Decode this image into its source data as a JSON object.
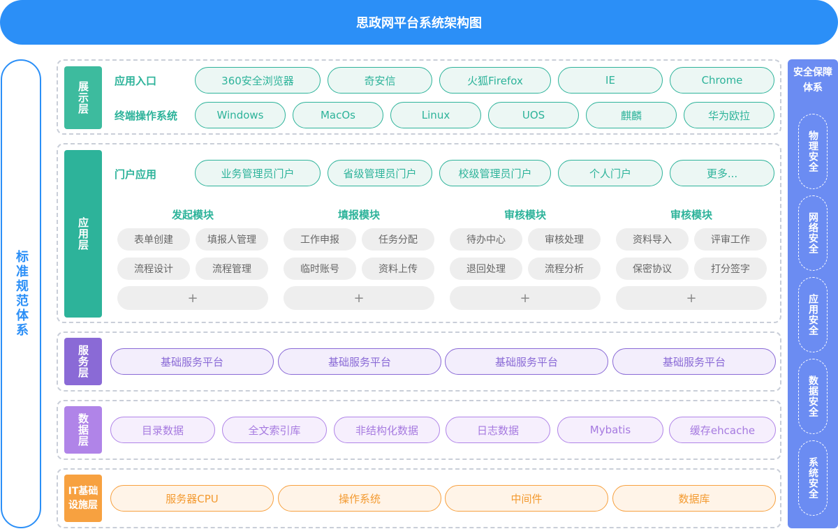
{
  "title": "思政网平台系统架构图",
  "left_label": "标准规范体系",
  "security": {
    "title": "安全保障体系",
    "items": [
      "物理安全",
      "网络安全",
      "应用安全",
      "数据安全",
      "系统安全"
    ]
  },
  "display_layer": {
    "tag": "展示层",
    "rows": [
      {
        "label": "应用入口",
        "items": [
          "360安全浏览器",
          "奇安信",
          "火狐Firefox",
          "IE",
          "Chrome"
        ]
      },
      {
        "label": "终端操作系统",
        "items": [
          "Windows",
          "MacOs",
          "Linux",
          "UOS",
          "麒麟",
          "华为欧拉"
        ]
      }
    ]
  },
  "app_layer": {
    "tag": "应用层",
    "portal_label": "门户应用",
    "portals": [
      "业务管理员门户",
      "省级管理员门户",
      "校级管理员门户",
      "个人门户",
      "更多..."
    ],
    "modules": [
      {
        "title": "发起模块",
        "items": [
          "表单创建",
          "填报人管理",
          "流程设计",
          "流程管理"
        ],
        "add": "+"
      },
      {
        "title": "填报模块",
        "items": [
          "工作申报",
          "任务分配",
          "临时账号",
          "资料上传"
        ],
        "add": "+"
      },
      {
        "title": "审核模块",
        "items": [
          "待办中心",
          "审核处理",
          "退回处理",
          "流程分析"
        ],
        "add": "+"
      },
      {
        "title": "审核模块",
        "items": [
          "资料导入",
          "评审工作",
          "保密协议",
          "打分签字"
        ],
        "add": "+"
      }
    ]
  },
  "service_layer": {
    "tag": "服务层",
    "items": [
      "基础服务平台",
      "基础服务平台",
      "基础服务平台",
      "基础服务平台"
    ]
  },
  "data_layer": {
    "tag": "数据层",
    "items": [
      "目录数据",
      "全文索引库",
      "非结构化数据",
      "日志数据",
      "Mybatis",
      "缓存ehcache"
    ]
  },
  "it_layer": {
    "tag": "IT基础设施层",
    "items": [
      "服务器CPU",
      "操作系统",
      "中间件",
      "数据库"
    ]
  },
  "colors": {
    "header": "#2b8ff7",
    "display_tag": "#3dbb9e",
    "app_tag": "#2db39a",
    "service_tag": "#8a6ad6",
    "data_tag": "#b084e8",
    "it_tag": "#f7a140",
    "security_bg": "#6b8cf2"
  }
}
